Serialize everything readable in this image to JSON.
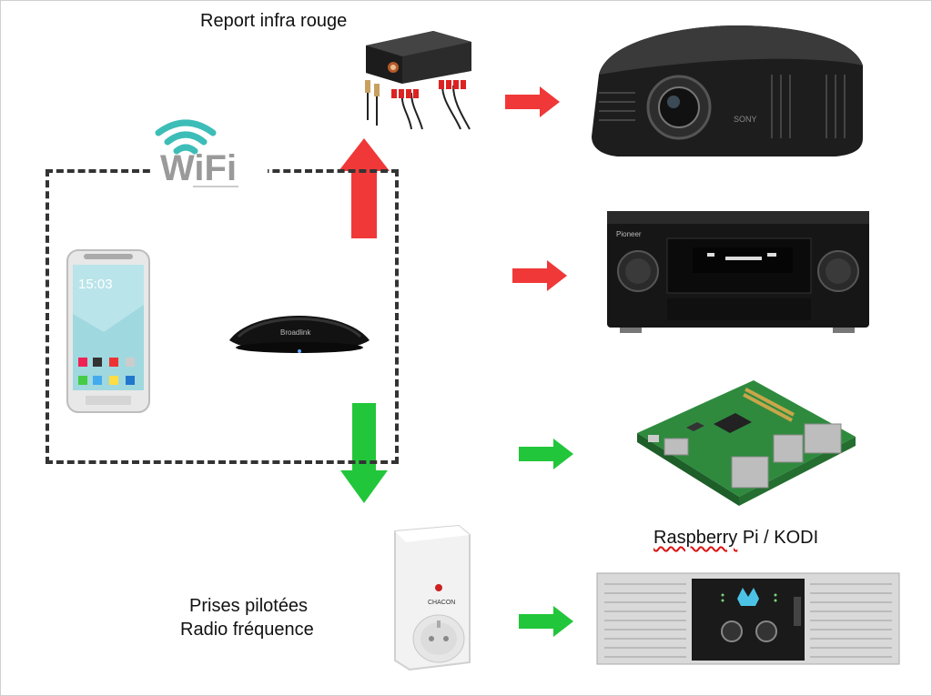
{
  "labels": {
    "ir_relay": "Report infra rouge",
    "raspberry": "Raspberry Pi / KODI",
    "raspberry_part1": "Raspberry",
    "raspberry_part2": " Pi / KODI",
    "sockets_line1": "Prises pilotées",
    "sockets_line2": "Radio fréquence",
    "wifi": "WiFi"
  },
  "device_text": {
    "phone_time": "15:03",
    "broadlink": "Broadlink",
    "sony": "SONY",
    "pioneer": "Pioneer",
    "chacon": "CHACON"
  },
  "colors": {
    "red_arrow": "#f03838",
    "green_arrow": "#22c63a",
    "wifi_teal": "#3dbdb8",
    "dash": "#333333"
  }
}
